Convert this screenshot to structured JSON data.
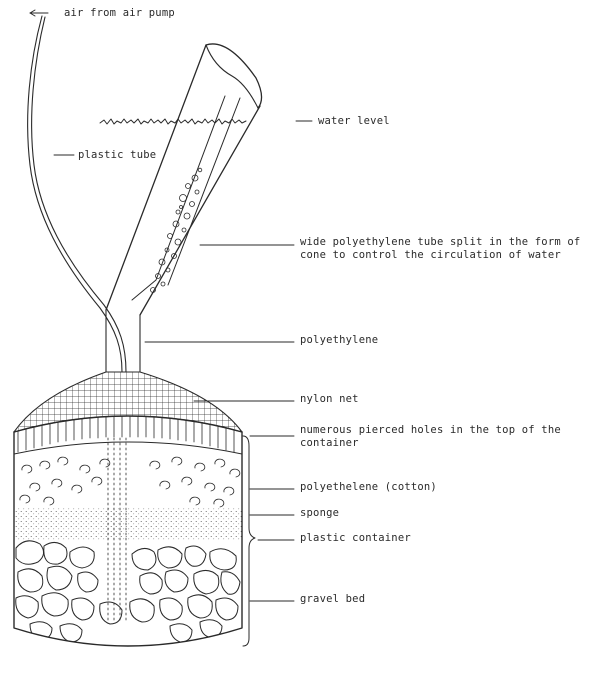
{
  "labels": {
    "air_from_pump": "air from air pump",
    "water_level": "water level",
    "plastic_tube": "plastic tube",
    "wide_tube": "wide polyethylene tube split in the form of cone to control the circulation of water",
    "polyethylene": "polyethylene",
    "nylon_net": "nylon net",
    "pierced_holes": "numerous pierced holes in the top of the container",
    "polyethelene_cotton": "polyethelene (cotton)",
    "sponge": "sponge",
    "plastic_container": "plastic container",
    "gravel_bed": "gravel bed"
  },
  "colors": {
    "ink": "#2a2a2a",
    "background": "#ffffff"
  }
}
